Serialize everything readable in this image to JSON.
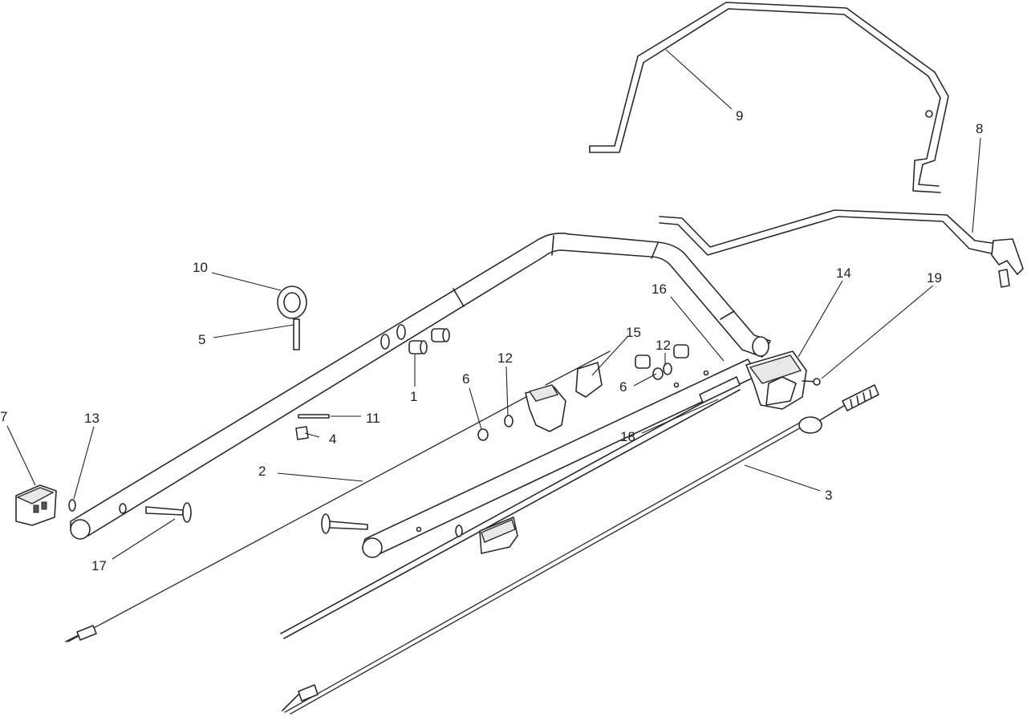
{
  "callouts": [
    {
      "id": "c1",
      "label": "1"
    },
    {
      "id": "c2",
      "label": "2"
    },
    {
      "id": "c3",
      "label": "3"
    },
    {
      "id": "c4",
      "label": "4"
    },
    {
      "id": "c5",
      "label": "5"
    },
    {
      "id": "c6a",
      "label": "6"
    },
    {
      "id": "c6b",
      "label": "6"
    },
    {
      "id": "c7",
      "label": "7"
    },
    {
      "id": "c8",
      "label": "8"
    },
    {
      "id": "c9",
      "label": "9"
    },
    {
      "id": "c10",
      "label": "10"
    },
    {
      "id": "c11",
      "label": "11"
    },
    {
      "id": "c12a",
      "label": "12"
    },
    {
      "id": "c12b",
      "label": "12"
    },
    {
      "id": "c13",
      "label": "13"
    },
    {
      "id": "c14",
      "label": "14"
    },
    {
      "id": "c15",
      "label": "15"
    },
    {
      "id": "c16",
      "label": "16"
    },
    {
      "id": "c17",
      "label": "17"
    },
    {
      "id": "c18",
      "label": "18"
    },
    {
      "id": "c19",
      "label": "19"
    }
  ]
}
